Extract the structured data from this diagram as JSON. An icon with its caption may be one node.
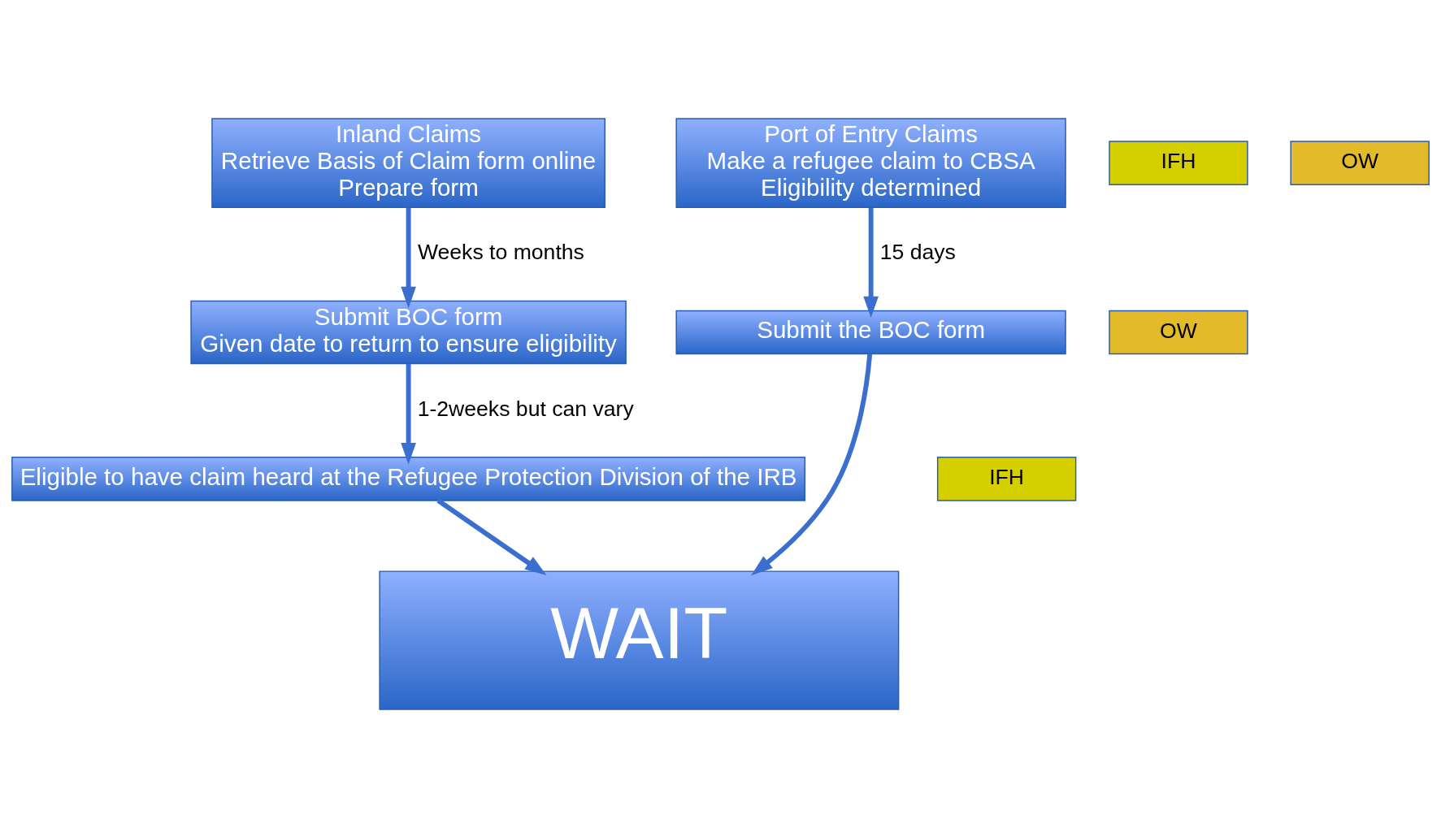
{
  "diagram": {
    "nodes": [
      {
        "text": [
          "Inland Claims",
          "Retrieve Basis of Claim form online",
          "Prepare form"
        ]
      },
      {
        "text": [
          "Port of Entry Claims",
          "Make a refugee claim to CBSA",
          "Eligibility determined"
        ]
      },
      {
        "text": [
          "IFH"
        ]
      },
      {
        "text": [
          "OW"
        ]
      },
      {
        "text": [
          "Submit BOC form",
          "Given date to return to ensure eligibility"
        ]
      },
      {
        "text": [
          "OW"
        ]
      },
      {
        "text": [
          "Submit the BOC form"
        ]
      },
      {
        "text": [
          "Eligible to have claim heard at the Refugee Protection Division of the IRB"
        ]
      },
      {
        "text": [
          "IFH"
        ]
      },
      {
        "text": [
          "WAIT"
        ]
      }
    ],
    "edges": [
      {
        "from": 0,
        "to": 4,
        "arrow": "to",
        "label": "Weeks to months"
      },
      {
        "from": 1,
        "to": 6,
        "arrow": "to",
        "label": "15 days"
      },
      {
        "from": 4,
        "to": 7,
        "arrow": "to",
        "label": "1-2weeks but can vary"
      },
      {
        "from": 6,
        "to": 9,
        "arrow": "to"
      },
      {
        "from": 7,
        "to": 9,
        "arrow": "to"
      }
    ]
  }
}
